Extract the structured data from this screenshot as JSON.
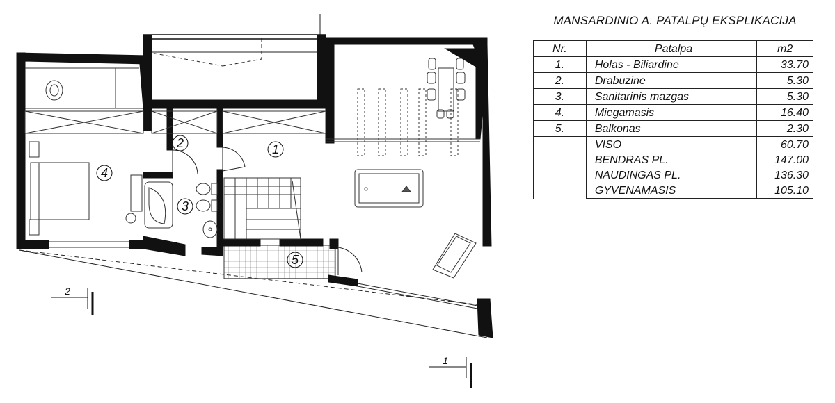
{
  "explication": {
    "title": "MANSARDINIO A. PATALPŲ EKSPLIKACIJA",
    "headers": {
      "nr": "Nr.",
      "name": "Patalpa",
      "area": "m2"
    },
    "rooms": [
      {
        "nr": "1.",
        "name": "Holas - Biliardine",
        "area": "33.70"
      },
      {
        "nr": "2.",
        "name": "Drabuzine",
        "area": "5.30"
      },
      {
        "nr": "3.",
        "name": "Sanitarinis mazgas",
        "area": "5.30"
      },
      {
        "nr": "4.",
        "name": "Miegamasis",
        "area": "16.40"
      },
      {
        "nr": "5.",
        "name": "Balkonas",
        "area": "2.30"
      }
    ],
    "totals": [
      {
        "name": "VISO",
        "area": "60.70"
      },
      {
        "name": "BENDRAS  PL.",
        "area": "147.00"
      },
      {
        "name": "NAUDINGAS PL.",
        "area": "136.30"
      },
      {
        "name": "GYVENAMASIS",
        "area": "105.10"
      }
    ]
  },
  "plan": {
    "room_labels": [
      "1",
      "2",
      "3",
      "4",
      "5"
    ],
    "section_marks": [
      "2",
      "1"
    ]
  }
}
